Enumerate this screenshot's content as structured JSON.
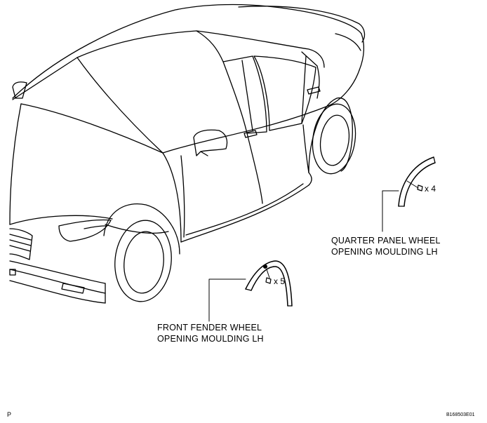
{
  "callouts": {
    "quarter_panel": {
      "line1": "QUARTER PANEL WHEEL",
      "line2": "OPENING MOULDING LH",
      "quantity": "x 4"
    },
    "front_fender": {
      "line1": "FRONT FENDER WHEEL",
      "line2": "OPENING MOULDING LH",
      "quantity": "x 5"
    }
  },
  "corner_marks": {
    "left": "P",
    "right": "B168503E01"
  }
}
